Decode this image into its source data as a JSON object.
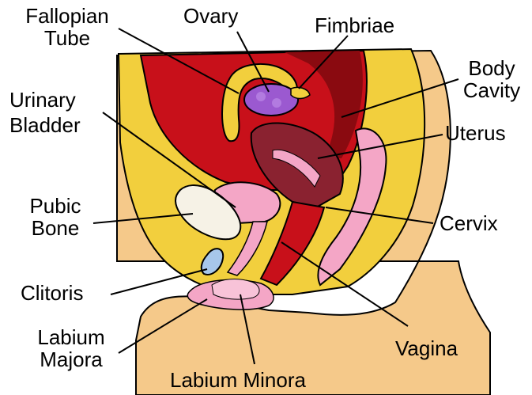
{
  "labels": {
    "fallopian_tube": [
      "Fallopian",
      "Tube"
    ],
    "ovary": "Ovary",
    "fimbriae": "Fimbriae",
    "body_cavity": [
      "Body",
      "Cavity"
    ],
    "urinary_bladder": [
      "Urinary",
      "Bladder"
    ],
    "uterus": "Uterus",
    "pubic_bone": [
      "Pubic",
      "Bone"
    ],
    "cervix": "Cervix",
    "clitoris": "Clitoris",
    "labium_majora": [
      "Labium",
      "Majora"
    ],
    "vagina": "Vagina",
    "labium_minora": "Labium Minora"
  },
  "colors": {
    "skin": "#f5c98a",
    "fat": "#f2cf3d",
    "cavity": "#c8101a",
    "cavity_dark": "#8a0a10",
    "uterus": "#8a2230",
    "pink": "#f4a6c6",
    "ovary": "#9b59d0",
    "bone": "#f6f2e6",
    "clitoris": "#a7c7ea"
  }
}
